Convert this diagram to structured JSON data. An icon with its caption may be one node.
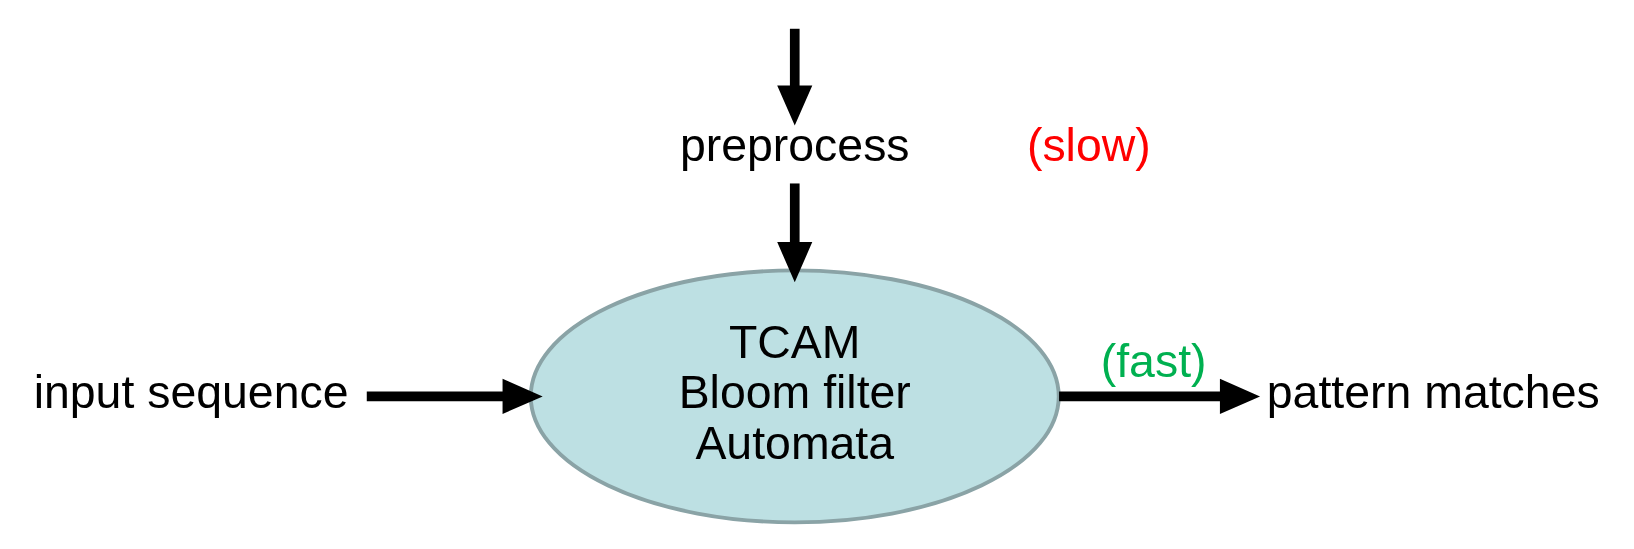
{
  "diagram": {
    "nodes": [
      {
        "text": [
          "preprocess"
        ],
        "beside": [
          "(slow)"
        ]
      },
      {
        "text": [
          "TCAM",
          "Bloom filter",
          "Automata"
        ]
      },
      {
        "text": [
          "input sequence"
        ]
      },
      {
        "text": [
          "pattern matches"
        ]
      }
    ],
    "edges": [
      {
        "from": null,
        "to": 0,
        "arrow": "to"
      },
      {
        "from": 0,
        "to": 1,
        "arrow": "to"
      },
      {
        "from": 2,
        "to": 1,
        "arrow": "to"
      },
      {
        "from": 1,
        "to": 3,
        "arrow": "to",
        "label": "(fast)"
      }
    ]
  }
}
